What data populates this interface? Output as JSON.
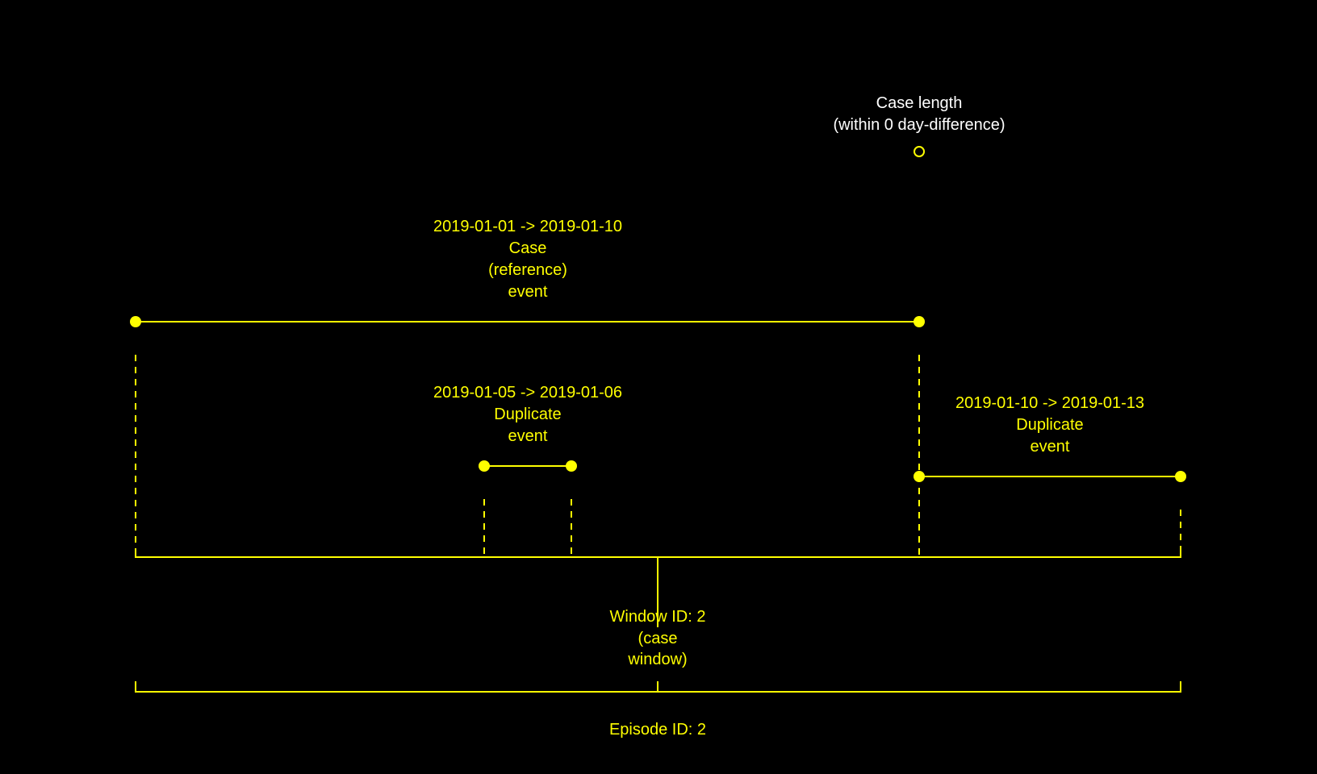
{
  "colors": {
    "background": "#000000",
    "event": "#FFFF00",
    "note": "#FFFFFF"
  },
  "case_length": {
    "line1": "Case length",
    "line2": "(within 0 day-difference)"
  },
  "events": [
    {
      "id": "case",
      "range": "2019-01-01 -> 2019-01-10",
      "label_lines": [
        "Case",
        "(reference)",
        "event"
      ],
      "start": "2019-01-01",
      "end": "2019-01-10"
    },
    {
      "id": "dup1",
      "range": "2019-01-05 -> 2019-01-06",
      "label_lines": [
        "Duplicate",
        "event"
      ],
      "start": "2019-01-05",
      "end": "2019-01-06"
    },
    {
      "id": "dup2",
      "range": "2019-01-10 -> 2019-01-13",
      "label_lines": [
        "Duplicate",
        "event"
      ],
      "start": "2019-01-10",
      "end": "2019-01-13"
    }
  ],
  "window": {
    "lines": [
      "Window ID: 2",
      "(case",
      "window)"
    ]
  },
  "episode": {
    "label": "Episode ID: 2"
  }
}
